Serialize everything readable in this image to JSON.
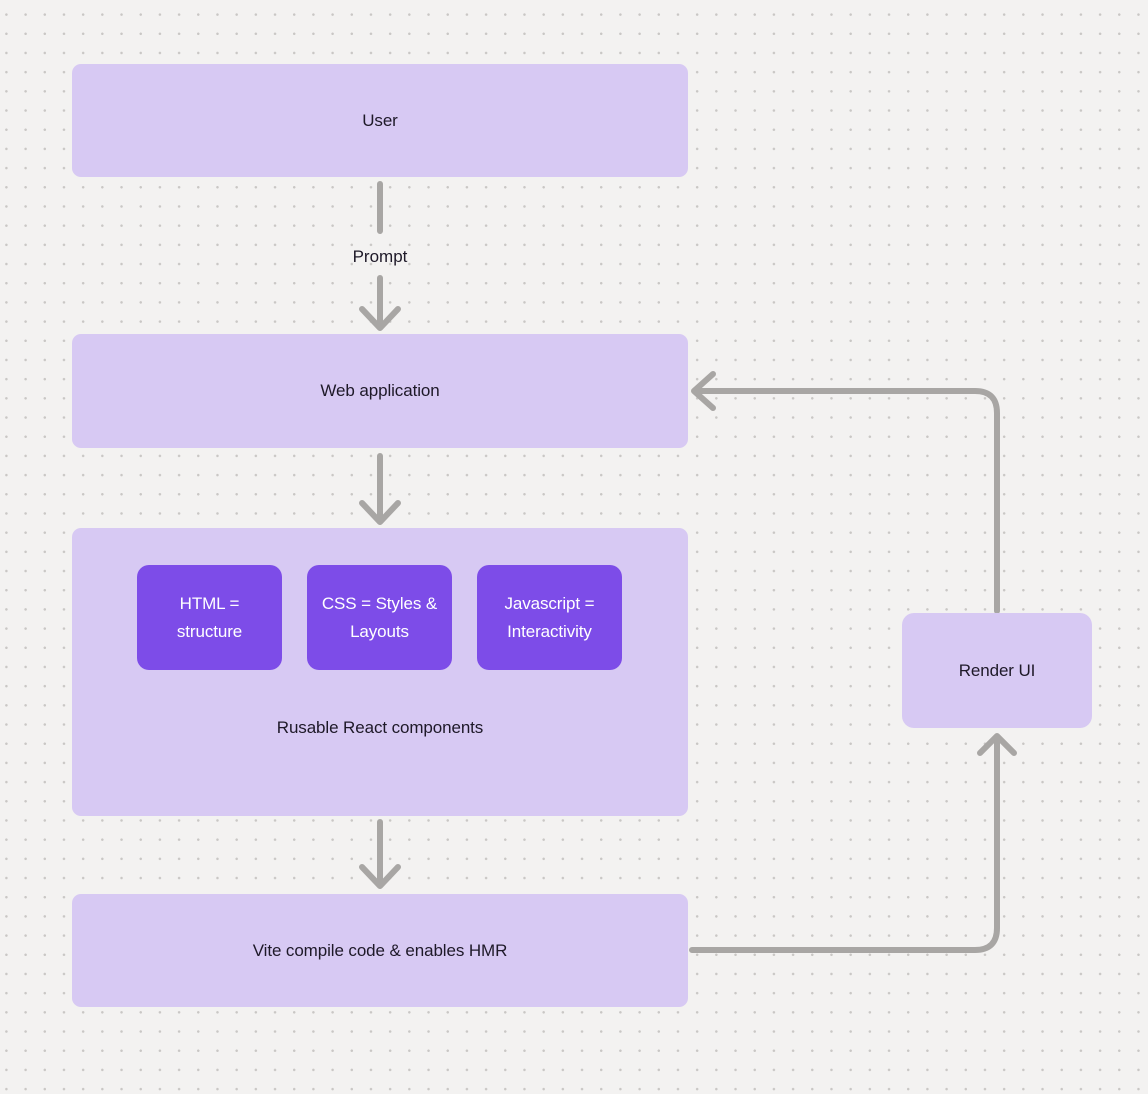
{
  "diagram": {
    "nodes": {
      "user": {
        "label": "User"
      },
      "web_application": {
        "label": "Web application"
      },
      "components": {
        "caption": "Rusable React components",
        "items": [
          {
            "label": "HTML = structure"
          },
          {
            "label": "CSS = Styles & Layouts"
          },
          {
            "label": "Javascript = Interactivity"
          }
        ]
      },
      "vite": {
        "label": "Vite compile code & enables HMR"
      },
      "render_ui": {
        "label": "Render UI"
      }
    },
    "edge_labels": {
      "prompt": "Prompt"
    },
    "colors": {
      "background": "#f3f2f1",
      "grid_dot": "#c9c7c5",
      "node_fill": "#d7c9f3",
      "accent_fill": "#7d4ce8",
      "accent_text": "#ffffff",
      "text": "#1e1928",
      "connector": "#a8a6a4"
    }
  }
}
